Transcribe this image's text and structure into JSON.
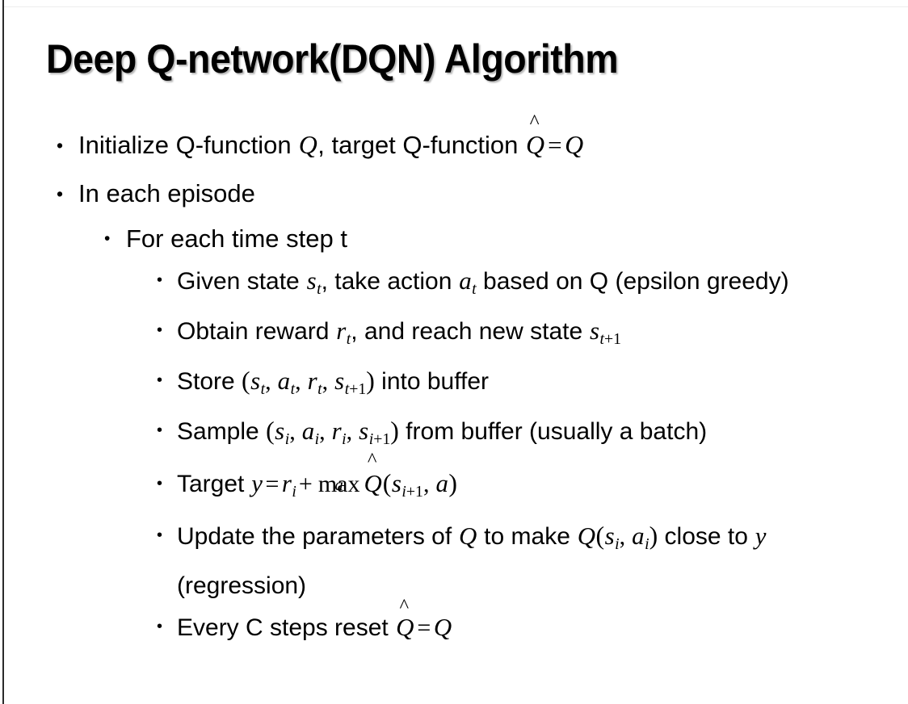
{
  "slide": {
    "title": "Deep Q-network(DQN) Algorithm",
    "background_color": "#ffffff",
    "text_color": "#000000",
    "bullet_glyph": "•"
  },
  "bullets": {
    "initialize": {
      "pre": "Initialize Q-function ",
      "q1": "Q",
      "mid": ", target Q-function ",
      "qhat": "Q",
      "hat": "^",
      "eq": "=",
      "q2": "Q"
    },
    "in_each_episode": "In each episode",
    "for_each_time_step": "For each time step t",
    "given_state": {
      "pre": "Given state ",
      "s": "s",
      "s_sub": "t",
      "mid": ", take action ",
      "a": "a",
      "a_sub": "t",
      "post": " based on Q (epsilon greedy)"
    },
    "obtain_reward": {
      "pre": "Obtain reward ",
      "r": "r",
      "r_sub": "t",
      "mid": ", and reach new state ",
      "s": "s",
      "s_sub": "t",
      "s_sub_plus": "+1"
    },
    "store": {
      "pre": "Store ",
      "open": "(",
      "s": "s",
      "s_sub": "t",
      "c1": ", ",
      "a": "a",
      "a_sub": "t",
      "c2": ", ",
      "r": "r",
      "r_sub": "t",
      "c3": ", ",
      "s2": "s",
      "s2_sub": "t",
      "s2_sub_plus": "+1",
      "close": ")",
      "post": " into buffer"
    },
    "sample": {
      "pre": "Sample ",
      "open": "(",
      "s": "s",
      "s_sub": "i",
      "c1": ", ",
      "a": "a",
      "a_sub": "i",
      "c2": ", ",
      "r": "r",
      "r_sub": "i",
      "c3": ", ",
      "s2": "s",
      "s2_sub": "i",
      "s2_sub_plus": "+1",
      "close": ")",
      "post": " from buffer (usually a batch)"
    },
    "target": {
      "pre": "Target ",
      "y": "y",
      "eq": "=",
      "r": "r",
      "r_sub": "i",
      "plus": "+",
      "max": "max",
      "max_lim": "a",
      "qhat": "Q",
      "hat": "^",
      "open": "(",
      "s": "s",
      "s_sub": "i",
      "s_sub_plus": "+1",
      "comma": ", ",
      "a": "a",
      "close": ")"
    },
    "update": {
      "pre": "Update the parameters of ",
      "q1": "Q",
      "mid": " to make ",
      "q2": "Q",
      "open": "(",
      "s": "s",
      "s_sub": "i",
      "comma": ", ",
      "a": "a",
      "a_sub": "i",
      "close": ")",
      "post": " close to ",
      "y": "y",
      "tail": " (regression)"
    },
    "every_c_steps": {
      "pre": "Every C steps reset ",
      "qhat": "Q",
      "hat": "^",
      "eq": "=",
      "q": "Q"
    }
  }
}
